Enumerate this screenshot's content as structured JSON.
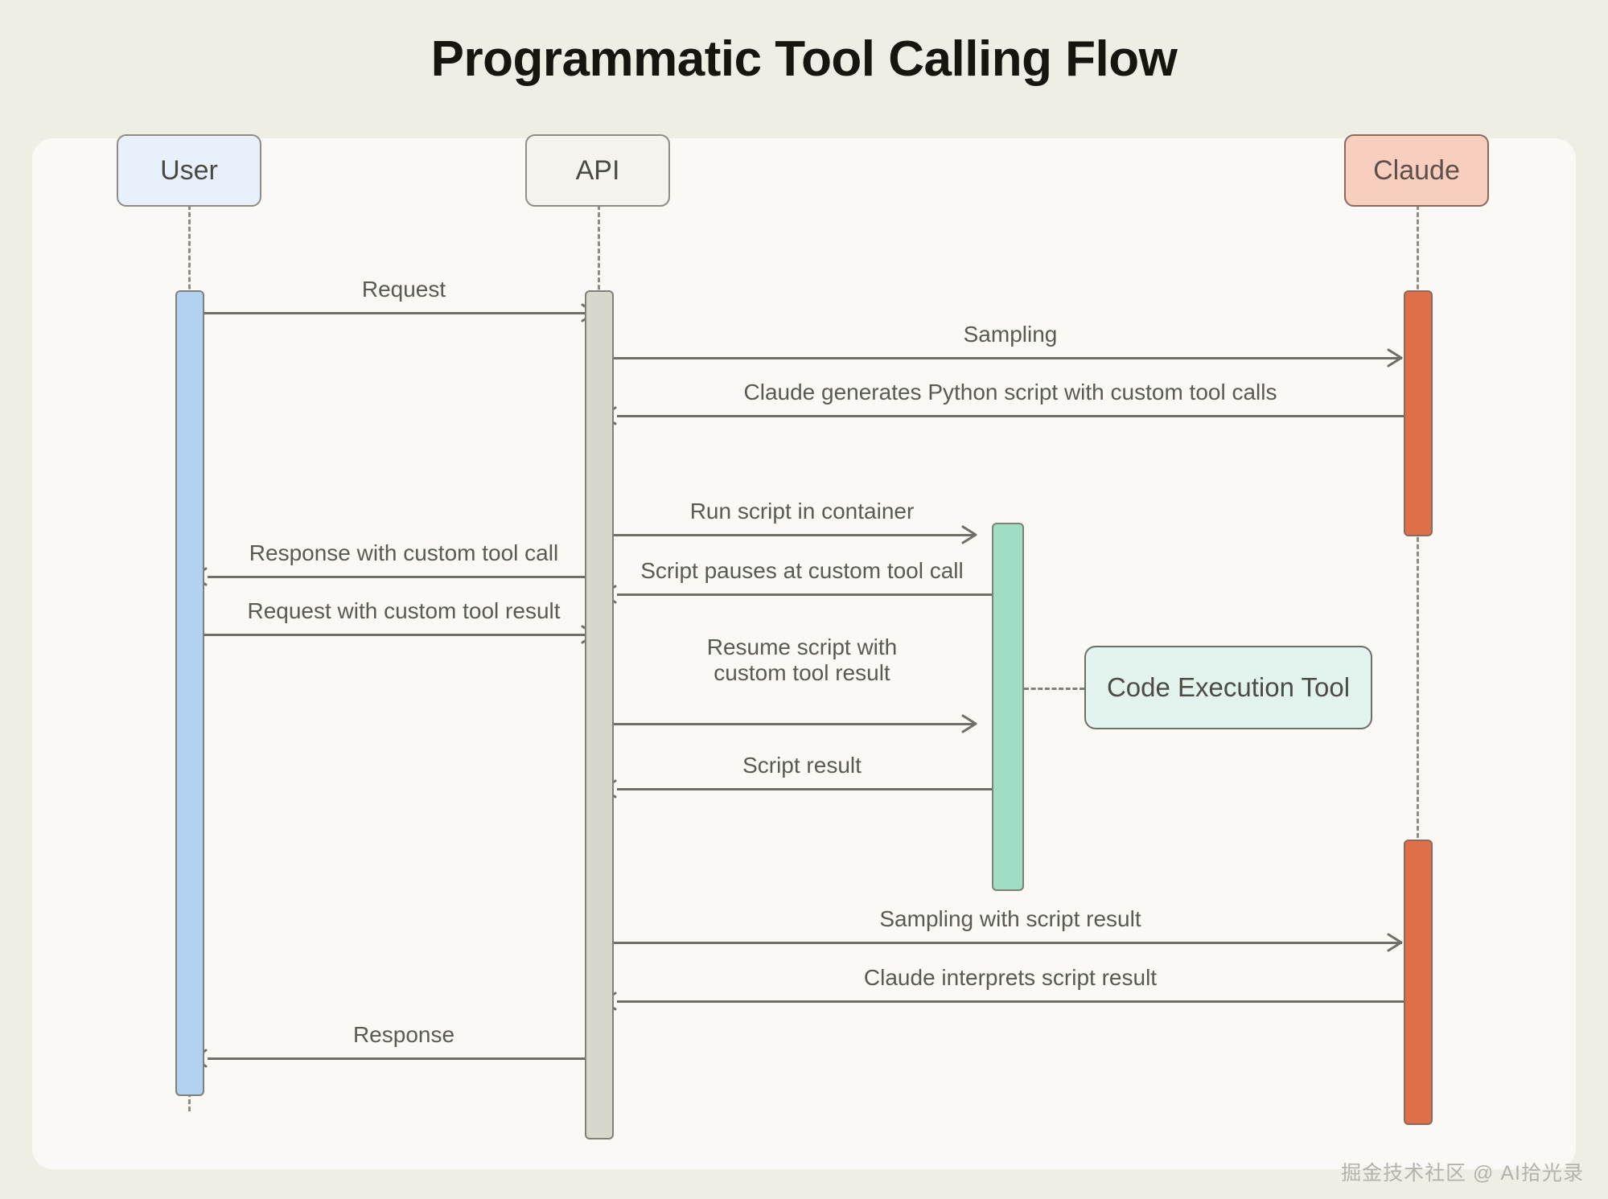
{
  "title": "Programmatic Tool Calling Flow",
  "watermark": "掘金技术社区 @ AI拾光录",
  "colors": {
    "page_background": "#eeeee5",
    "canvas_background": "#faf9f5",
    "user_box": "#e8f0fb",
    "api_box": "#f4f3ee",
    "claude_box": "#f8cebf",
    "user_activation": "#b3d2f2",
    "api_activation": "#d9d7cb",
    "claude_activation": "#dd7049",
    "tool_activation": "#9fdec5",
    "note_box": "#e3f3ed",
    "line": "#6f6f68",
    "text": "#5a5a54"
  },
  "participants": [
    {
      "id": "user",
      "label": "User"
    },
    {
      "id": "api",
      "label": "API"
    },
    {
      "id": "claude",
      "label": "Claude"
    }
  ],
  "notes": [
    {
      "id": "code-execution-tool",
      "label": "Code Execution Tool"
    }
  ],
  "messages": [
    {
      "id": "m1",
      "label": "Request",
      "from": "user",
      "to": "api",
      "direction": "right"
    },
    {
      "id": "m2",
      "label": "Sampling",
      "from": "api",
      "to": "claude",
      "direction": "right"
    },
    {
      "id": "m3",
      "label": "Claude generates Python script with custom tool calls",
      "from": "claude",
      "to": "api",
      "direction": "left"
    },
    {
      "id": "m4",
      "label": "Run script in container",
      "from": "api",
      "to": "tool",
      "direction": "right"
    },
    {
      "id": "m5",
      "label": "Script pauses at custom tool call",
      "from": "tool",
      "to": "api",
      "direction": "left"
    },
    {
      "id": "m6",
      "label": "Response with custom tool call",
      "from": "api",
      "to": "user",
      "direction": "left"
    },
    {
      "id": "m7",
      "label": "Request with custom tool result",
      "from": "user",
      "to": "api",
      "direction": "right"
    },
    {
      "id": "m8",
      "label": "Resume script with\ncustom tool result",
      "from": "api",
      "to": "tool",
      "direction": "right"
    },
    {
      "id": "m9",
      "label": "Script result",
      "from": "tool",
      "to": "api",
      "direction": "left"
    },
    {
      "id": "m10",
      "label": "Sampling with script result",
      "from": "api",
      "to": "claude",
      "direction": "right"
    },
    {
      "id": "m11",
      "label": "Claude interprets script result",
      "from": "claude",
      "to": "api",
      "direction": "left"
    },
    {
      "id": "m12",
      "label": "Response",
      "from": "api",
      "to": "user",
      "direction": "left"
    }
  ]
}
